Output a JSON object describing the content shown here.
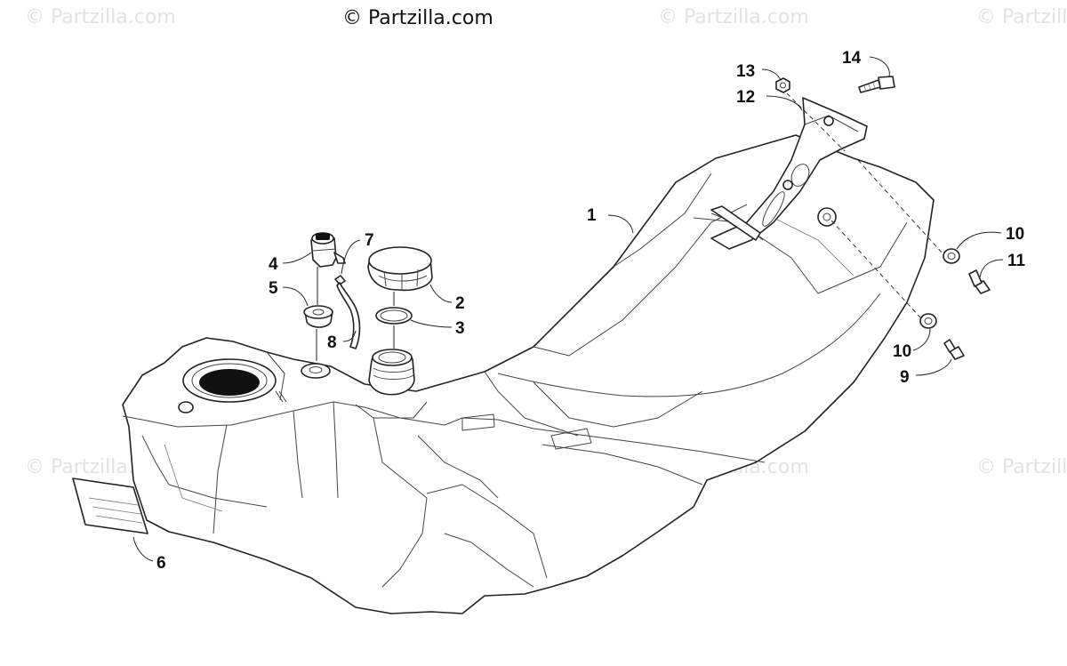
{
  "copyright": "© Partzilla.com",
  "watermark": "© Partzilla.com",
  "callouts": {
    "c1": "1",
    "c2": "2",
    "c3": "3",
    "c4": "4",
    "c5": "5",
    "c6": "6",
    "c7": "7",
    "c8": "8",
    "c9": "9",
    "c10a": "10",
    "c10b": "10",
    "c11": "11",
    "c12": "12",
    "c13": "13",
    "c14": "14"
  },
  "colors": {
    "line": "#222222",
    "watermark": "#e2e2e2",
    "background": "#ffffff"
  }
}
